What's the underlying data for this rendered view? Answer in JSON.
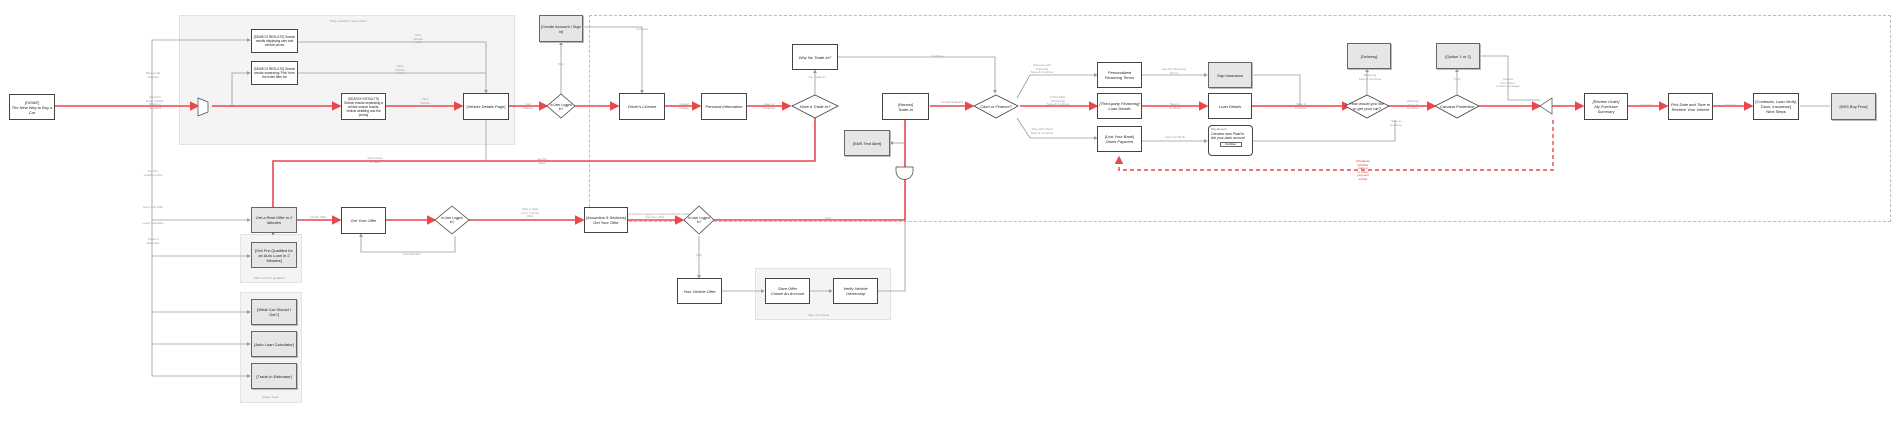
{
  "colors": {
    "main_flow": "#e8474c",
    "secondary_flow": "#9a9a9a",
    "box_border": "#444444",
    "region_fill": "#f4f4f4",
    "gray_box": "#e6e6e6"
  },
  "regions": {
    "shop_vehicles": "Shop Vehicles / View Offers",
    "prequalified": "Offer and Pre-Qualified",
    "help_tools": "Helper Tools",
    "sign_up_vehicle": "Sign Up Vehicle",
    "trade_in_note": "The 'Best Offer' text must be logged in & entered with the vehicle"
  },
  "nodes": {
    "home": "[HOME]\nThe New Way to Buy a Car",
    "search1": "[SEARCH RESULTS]\nSearch results displaying cars and vehicle prices",
    "search2": "[SEARCH RESULTS]\nSearch results separating 'Pick' from the index filter list",
    "search3": "[SEARCH RESULTS]\nSearch results separating a vehicle search results, vehicle detailing and the pricing",
    "vehicle_details": "[Vehicle Details Page]",
    "logged_in_1": "Is User Logged In?",
    "create_account": "[Create Account / Sign In]",
    "drivers_license": "Driver's License",
    "personal_info": "Personal Information",
    "have_trade_in": "Have a Trade-In?",
    "why_trade_in": "Why No Trade-In?",
    "trade_in": "[Honest]\nTrade-In",
    "sms_text": "[SMS Text Alert]",
    "cash_or_finance": "Cash or Finance?",
    "personalized_financing": "Personalized Financing Terms",
    "third_party_financing": "[Third-party Financing]\nLoan Details",
    "link_bank": "[Link Your Bank]\nDown Payment",
    "gap_insurance": "Gap Insurance",
    "loan_details": "Loan Details",
    "pay_account_title": "Pay account",
    "pay_account": "Carvana uses Plaid to link your bank account",
    "pay_account_btn": "Continue",
    "delivery": "[Delivery]",
    "get_car": "How would you like to get your car?",
    "option": "[Option 1 or 2]",
    "protection": "Carvana Protection",
    "review_order": "[Review Order]\nMy Purchase Summary",
    "pick_date": "Pick Date and Time to Receive Your Vehicle",
    "contracts": "[Contracts, Loan Verify, Docs, Insurance]\nNext Steps",
    "buy_flow": "[NSS Buy Flow]",
    "real_offer": "Get a Real Offer in 2 Minutes",
    "prequal": "[Get Pre-Qualified for an Auto Loan in 2 Minutes]",
    "get_your_offer": "Get Your Offer",
    "logged_in_2": "Is User Logged In?",
    "accordion": "[Accordion 5 Sections]\nGet Your Offer",
    "logged_in_3": "Is User Logged In?",
    "your_vehicle_offer": "Your Vehicle Offer",
    "save_offer": "Save Offer\nCreate An Account",
    "verify_ownership": "Verify Vehicle Ownership",
    "what_car": "[What Car Should I Get?]",
    "auto_loan_calc": "[Auto Loan Calculator]",
    "trade_in_estimator": "[Trade-In Estimator]"
  },
  "edge_labels": {
    "browse_vehicles": "Browse All Vehicles",
    "from_home": "[Search]\nEnter Vehicle\nModel or\nKeyword",
    "click_vehicle_1": "Click\nVehicle\nresult",
    "click_vehicle_2": "Click\nVehicle\nresult",
    "click_vehicle_3": "Click\nVehicle\nresult",
    "get_started": "Get\nStarted",
    "no": "[No]",
    "yes_1": "[Yes]",
    "upload_images": "Upload\nImages",
    "save_continue_1": "Save &\nContinue",
    "no_trade": "No, Trade-In",
    "continue_top": "Continue",
    "also_continue": "Continue",
    "click_get_trade": "Click Trade\nIn Value",
    "get_a_value": "Get My\nValue",
    "get_car_offer": "Get a Car Offer",
    "get_car_loan": "Get Pre-\nQualified Now",
    "learn_calculate": "Learn Calculate",
    "trade_estimator": "Trade-In Estimator",
    "get_offer_link": "Get My Offer",
    "offer_submit": "Offer a Valid Form, Get My Offer",
    "get_estimate": "Get Estimate",
    "get_your_offer_btn": "Get Your Offer",
    "yes_2": "[Yes]",
    "no_2": "[No]",
    "accept_submit": "Accept Selected Trade-In",
    "finance_terms": "[Finance with Carvana]\nSave & Continue",
    "third_party": "[Third Party Financing]\nSave & Continue",
    "pay_cash": "[Pay with Cash]\nSave & Continue",
    "see_financing": "See My Financing Terms",
    "save_continue_2": "Save &\nContinue",
    "link_bank_btn": "Link Your Bank",
    "save_continue_3": "Save &\nContinue",
    "pick_up": "[Pick up]\nSave &\nContinue",
    "delivery_continue": "[Delivery]\nSave & Continue",
    "save_continue_4": "Save &\nContinue",
    "yes_3": "[Yes]",
    "choose_protection": "Choose\nfrom plans,\nconfirm coverage",
    "next_step": "Next Step",
    "continue_end": "Continue",
    "back_edit": "[If balance\nleft after\ntrade-in\nor down\npayment\nexists]"
  }
}
